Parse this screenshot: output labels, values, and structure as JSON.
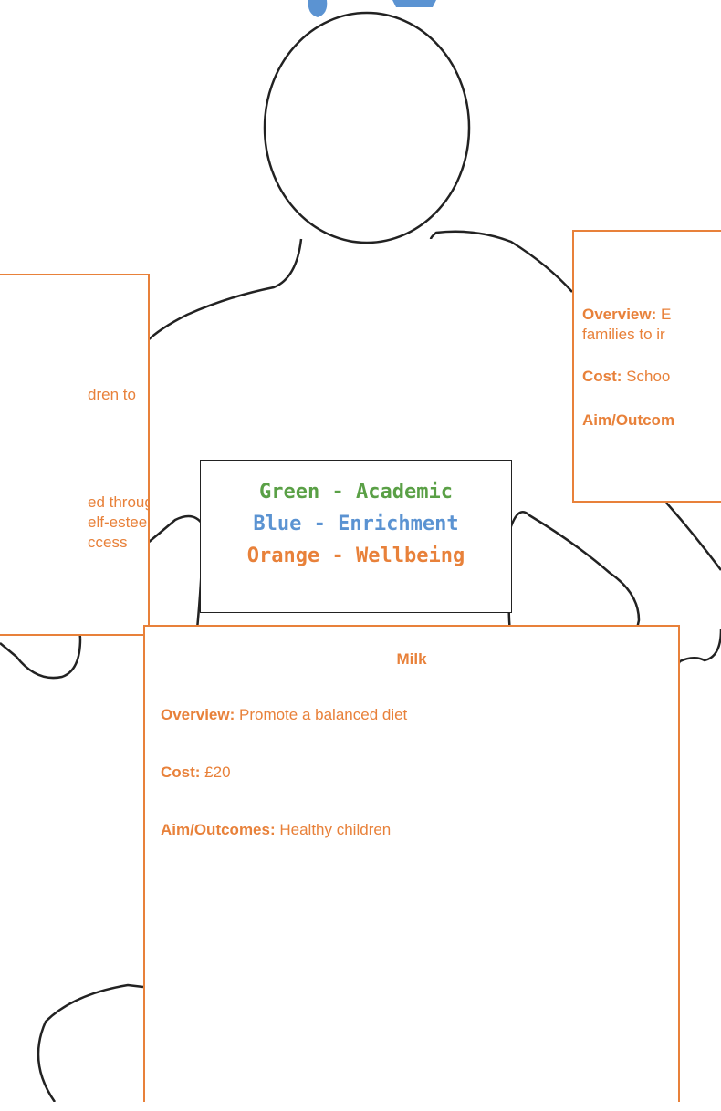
{
  "colors": {
    "orange": "#e8813a",
    "green": "#5aa046",
    "blue": "#5b93d2",
    "outline": "#222222"
  },
  "legend": {
    "academic": "Green - Academic",
    "enrichment": "Blue - Enrichment",
    "wellbeing": "Orange - Wellbeing"
  },
  "left_box": {
    "line1": "dren to",
    "line2": "ed through",
    "line3": "elf-esteem.",
    "line4": "ccess"
  },
  "right_box": {
    "overview_label": "Overview:",
    "overview_text": " E",
    "overview_text2": "families to ir",
    "cost_label": "Cost:",
    "cost_text": " Schoo",
    "aim_label": "Aim/Outcom"
  },
  "bottom_box": {
    "title": "Milk",
    "overview_label": "Overview:",
    "overview_value": " Promote a balanced diet",
    "cost_label": "Cost:",
    "cost_value": " £20",
    "aim_label": "Aim/Outcomes:",
    "aim_value": " Healthy children"
  }
}
